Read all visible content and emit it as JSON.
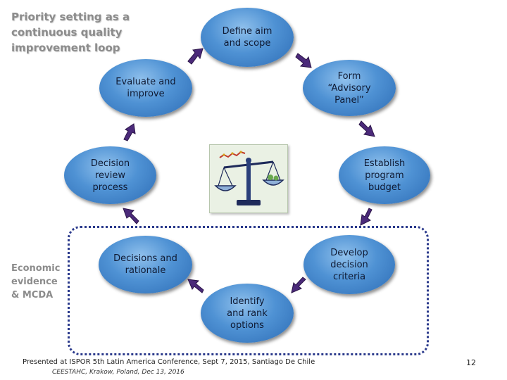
{
  "slide": {
    "title": "Priority setting as a continuous quality improvement loop",
    "side_label": "Economic evidence & MCDA",
    "footer": "Presented at ISPOR 5th Latin America Conference,  Sept 7, 2015, Santiago De Chile",
    "footer_credit": "CEESTAHC, Krakow, Poland, Dec 13, 2016",
    "page_number": "12"
  },
  "nodes": [
    {
      "id": "define",
      "label": "Define aim\nand scope"
    },
    {
      "id": "panel",
      "label": "Form\n“Advisory\nPanel”"
    },
    {
      "id": "budget",
      "label": "Establish\nprogram\nbudget"
    },
    {
      "id": "criteria",
      "label": "Develop\ndecision\ncriteria"
    },
    {
      "id": "identify",
      "label": "Identify\nand rank\noptions"
    },
    {
      "id": "decisions",
      "label": "Decisions and\nrationale"
    },
    {
      "id": "review",
      "label": "Decision\nreview\nprocess"
    },
    {
      "id": "evaluate",
      "label": "Evaluate and\nimprove"
    }
  ],
  "colors": {
    "node": "#4f92d4",
    "arrow": "#4b2a7a",
    "dashed_border": "#2b3a8c",
    "title_text": "#8c8c8c"
  },
  "icons": {
    "arrow": "curved-arrow-icon",
    "center": "balance-scale-icon"
  }
}
